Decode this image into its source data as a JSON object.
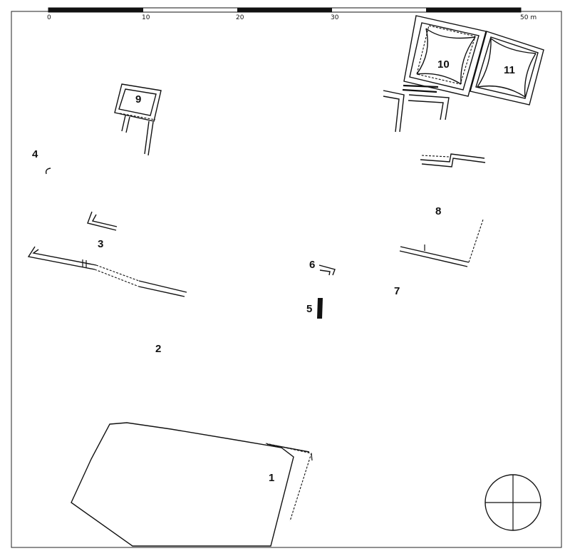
{
  "scale_bar": {
    "labels": [
      "0",
      "10",
      "20",
      "30",
      "50 m"
    ]
  },
  "site_labels": {
    "s1": "1",
    "s2": "2",
    "s3": "3",
    "s4": "4",
    "s5": "5",
    "s6": "6",
    "s7": "7",
    "s8": "8",
    "s9": "9",
    "s10": "10",
    "s11": "11"
  },
  "compass": {
    "icon": "north-cross-circle-icon"
  },
  "colors": {
    "ink": "#111111",
    "paper": "#ffffff"
  }
}
